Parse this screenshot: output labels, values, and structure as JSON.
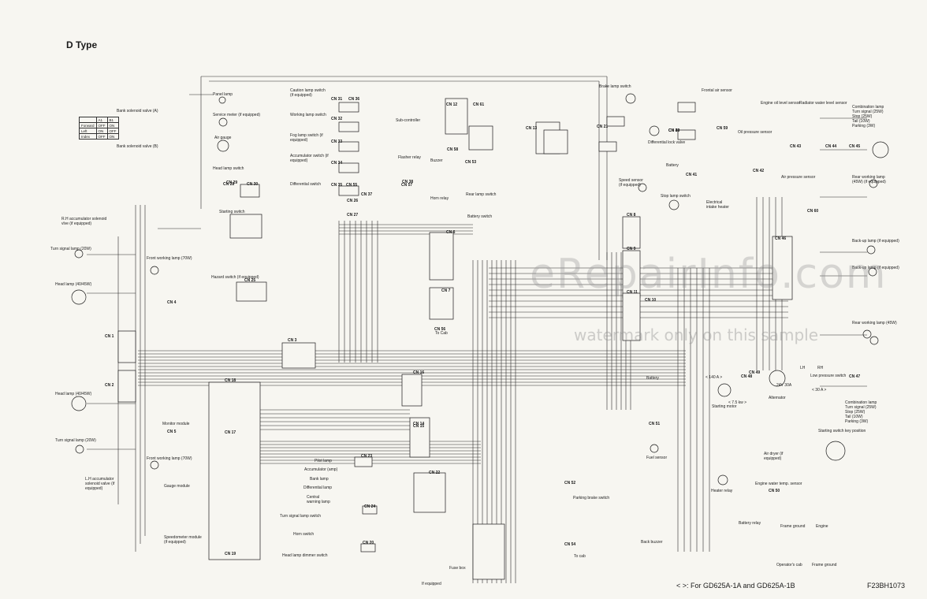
{
  "title": "D Type",
  "footnote": "< >: For GD625A-1A and GD625A-1B",
  "drawing_code": "F23BH1073",
  "watermark": {
    "main": "eRepairInfo.com",
    "sub": "watermark only on this sample"
  },
  "table": {
    "rows": [
      [
        "",
        "A1",
        "B1"
      ],
      [
        "Forward",
        "OFF",
        "ON"
      ],
      [
        "Left",
        "ON",
        "OFF"
      ],
      [
        "Index",
        "OFF",
        "ON"
      ]
    ]
  },
  "components": {
    "bank_solenoid_a": "Bank solenoid valve (A)",
    "bank_solenoid_b": "Bank solenoid valve (B)",
    "rh_accumulator": "R.H accumulator solenoid vlve (if equipped)",
    "turn_signal_top": "Turn signal lamp (20W)",
    "head_lamp_top": "Head lamp (40/45W)",
    "head_lamp_bottom": "Head lamp (40/45W)",
    "turn_signal_bottom": "Turn signal lamp (20W)",
    "lh_accumulator": "L.H accumulator solenoid valve (if equipped)",
    "panel_lamp": "Panel lamp",
    "service_meter": "Service meter (if equipped)",
    "air_gauge": "Air gauge",
    "head_lamp_switch": "Head lamp switch",
    "starting_switch": "Starting switch",
    "caution_lamp_switch": "Caution lamp switch (if equipped)",
    "working_lamp_switch": "Working lamp switch",
    "fog_lamp_switch": "Fog lamp switch (if equipped)",
    "accumulator_switch": "Accumulator switch (if equipped)",
    "differential_switch": "Differential switch",
    "sub_controller": "Sub-controller",
    "flasher_relay": "Flasher relay",
    "buzzer": "Buzzer",
    "horn_relay": "Horn relay",
    "rear_lamp_switch": "Rear lamp switch",
    "battery_switch": "Battery switch",
    "brake_lamp_switch": "Brake lamp switch",
    "front_working_lamp_top": "Front working lamp (70W)",
    "hazard_switch": "Hazard switch (if equipped)",
    "monitor_module": "Monitor module",
    "front_working_lamp_bottom": "Front working lamp (70W)",
    "gauge_module": "Gauge module",
    "speedometer_module": "Speedometer module (if equipped)",
    "to_cab_mid": "To Cab",
    "pilot_lamp": "Pilot lamp",
    "accumulator_lamp": "Accumulator (amp)",
    "bank_lamp": "Bank lamp",
    "differential_lamp": "Differential lamp",
    "central_warning_lamp": "Central warning lamp",
    "turn_signal_lamp_switch": "Turn signal lamp switch",
    "horn_switch": "Horn switch",
    "head_lamp_dimmer": "Head lamp dimmer switch",
    "if_equipped": "If equipped",
    "fuse_box": "Fuse box",
    "parking_brake_switch": "Parking brake switch",
    "to_cab_bottom": "To cab",
    "speed_sensor": "Speed sensor (if equipped)",
    "stop_lamp_switch": "Stop lamp switch",
    "battery_relay_top": "Battery",
    "electrical_intake_heater": "Electrical intake heater",
    "fuel_sensor": "Fuel sensor",
    "battery_main": "Battery",
    "starting_motor": "Starting motor",
    "heater_relay": "Heater relay",
    "back_buzzer": "Back buzzer",
    "battery_relay": "Battery relay",
    "frontal_air_sensor": "Frontal air sensor",
    "differential_lock_valve": "Differential lock valve",
    "engine_oil_level_sensor": "Engine oil level sensor",
    "radiator_water_level_sensor": "Radiator water level sensor",
    "oil_pressure_sensor": "Oil pressure sensor",
    "combination_lamp_top": "Combination lamp\nTurn signal (25W)\nStop (25W)\nTail (10W)\nParking (3W)",
    "air_pressure_sensor": "Air pressure sensor",
    "rear_working_lamp_top": "Rear working lamp (45W) (if equipped)",
    "backup_lamp_a": "Back-up lamp (if equipped)",
    "backup_lamp_b": "Back-up lamp (if equipped)",
    "rear_working_lamp_bottom": "Rear working lamp (45W)",
    "alternator": "Alternator",
    "low_pressure_switch": "Low pressure switch",
    "combination_lamp_bottom": "Combination lamp\nTurn signal (25W)\nStop (25W)\nTail (10W)\nParking (3W)",
    "starting_key_position": "Starting switch key position",
    "air_dryer": "Air dryer (if equipped)",
    "engine_water_temp_sensor": "Engine water temp. sensor",
    "frame_ground": "Frame ground",
    "engine": "Engine",
    "operator_s_cab": "Operator's cab",
    "frame_ground2": "Frame ground",
    "lh": "LH",
    "rh": "RH",
    "alt_rating": "24V 30A",
    "amp_30": "< 30 A >",
    "amp_140": "< 140 A >",
    "kw_75": "< 7.5 kw >"
  },
  "connectors": [
    "CN 1",
    "CN 2",
    "CN 3",
    "CN 4",
    "CN 5",
    "CN 6",
    "CN 7",
    "CN 8",
    "CN 9",
    "CN 10",
    "CN 11",
    "CN 12",
    "CN 13",
    "CN 14",
    "CN 15",
    "CN 16",
    "CN 17",
    "CN 18",
    "CN 19",
    "CN 20",
    "CN 21",
    "CN 22",
    "CN 23",
    "CN 24",
    "CN 25",
    "CN 26",
    "CN 27",
    "CN 28",
    "CN 29",
    "CN 30",
    "CN 31",
    "CN 32",
    "CN 33",
    "CN 34",
    "CN 35",
    "CN 36",
    "CN 37",
    "CN 38",
    "CN 39",
    "CN 40",
    "CN 41",
    "CN 42",
    "CN 43",
    "CN 44",
    "CN 45",
    "CN 46",
    "CN 47",
    "CN 48",
    "CN 49",
    "CN 50",
    "CN 51",
    "CN 52",
    "CN 53",
    "CN 54",
    "CN 55",
    "CN 56",
    "CN 57",
    "CN 58",
    "CN 59",
    "CN 60",
    "CN 61"
  ]
}
